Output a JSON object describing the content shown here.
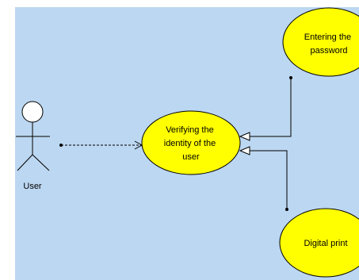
{
  "colors": {
    "canvas": "#bcd7f1",
    "use_case_fill": "#ffff00",
    "stroke": "#000000",
    "actor_head_fill": "#ffffff"
  },
  "actor": {
    "label": "User",
    "icon": "stick-figure-actor-icon"
  },
  "use_cases": {
    "verify": {
      "lines": [
        "Verifying the",
        "identity of the",
        "user"
      ]
    },
    "password": {
      "lines": [
        "Entering the",
        "password"
      ]
    },
    "print": {
      "lines": [
        "Digital print"
      ]
    }
  },
  "relationships": [
    {
      "from": "actor",
      "to": "verify",
      "style": "dashed",
      "head": "open-arrow"
    },
    {
      "from": "password",
      "to": "verify",
      "style": "solid",
      "head": "hollow-triangle"
    },
    {
      "from": "print",
      "to": "verify",
      "style": "solid",
      "head": "hollow-triangle"
    }
  ]
}
